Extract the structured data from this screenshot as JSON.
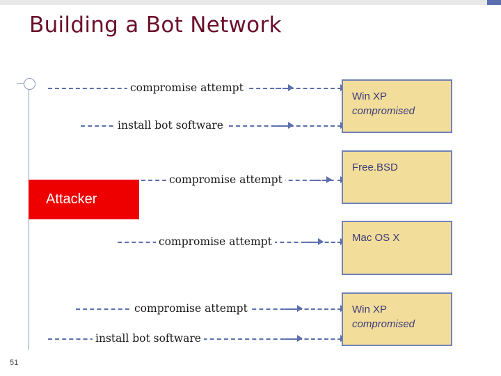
{
  "slide": {
    "title": "Building a Bot Network",
    "page_number": "51",
    "attacker_label": "Attacker",
    "colors": {
      "title": "#6b0f2b",
      "attacker_box": "#ee0000",
      "target_fill": "#f2dd9a",
      "target_border": "#7181b8",
      "target_text": "#3b3b7a",
      "connector": "#5b6fae",
      "topbar_accent": "#5b6fae"
    }
  },
  "flows": [
    {
      "label": "compromise attempt",
      "target_line1": "Win XP",
      "target_line2": "compromised"
    },
    {
      "label": "install bot software",
      "target_line1": "",
      "target_line2": ""
    },
    {
      "label": "compromise attempt",
      "target_line1": "Free.BSD",
      "target_line2": ""
    },
    {
      "label": "compromise attempt",
      "target_line1": "Mac OS X",
      "target_line2": ""
    },
    {
      "label": "compromise attempt",
      "target_line1": "Win XP",
      "target_line2": "compromised"
    },
    {
      "label": "install bot software",
      "target_line1": "",
      "target_line2": ""
    }
  ]
}
